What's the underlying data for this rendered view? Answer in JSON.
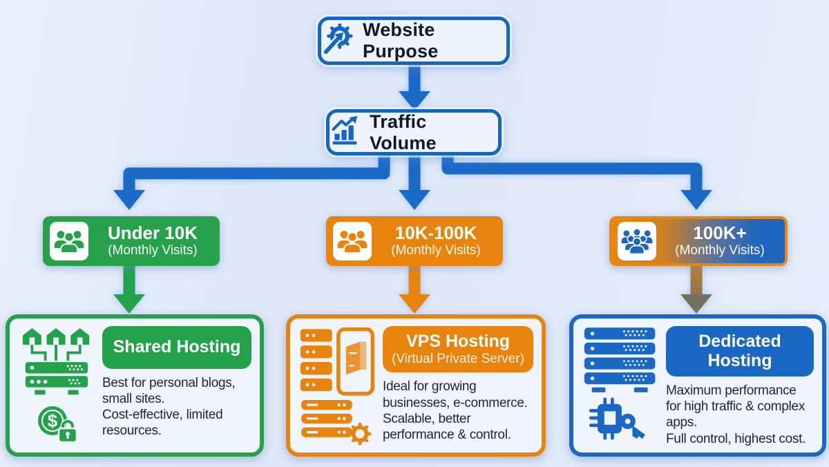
{
  "title": "Web hosting decision flowchart",
  "colors": {
    "background": "#e2eaf8",
    "blue": "#1a67c4",
    "green": "#27a14b",
    "orange": "#e8830d",
    "gradient_badge": [
      "#e8870e",
      "#1e66bd"
    ],
    "text_dark": "#1d2534",
    "node_fill": "#eef3fc",
    "card_fill": "#f0f4fc"
  },
  "nodes": {
    "website_purpose": {
      "label": "Website Purpose",
      "icon": "gear-arrow-icon"
    },
    "traffic_volume": {
      "label": "Traffic Volume",
      "icon": "bar-chart-growth-icon"
    }
  },
  "branches": [
    {
      "title": "Under 10K",
      "subtitle": "(Monthly Visits)",
      "icon": "people-group-icon",
      "color": "#27a14b"
    },
    {
      "title": "10K-100K",
      "subtitle": "(Monthly Visits)",
      "icon": "people-group-icon",
      "color": "#e8830d"
    },
    {
      "title": "100K+",
      "subtitle": "(Monthly Visits)",
      "icon": "people-crowd-icon",
      "color": "orange-to-blue-gradient"
    }
  ],
  "cards": [
    {
      "title": "Shared Hosting",
      "subtitle": "",
      "description": "Best for personal blogs,\nsmall sites.\nCost-effective, limited\nresources.",
      "color": "#23a24b",
      "icons": [
        "houses-network-server-icon",
        "dollar-coin-lock-icon"
      ]
    },
    {
      "title": "VPS Hosting",
      "subtitle": "(Virtual Private Server)",
      "description": "Ideal for growing\nbusinesses, e-commerce.\nScalable, better\nperformance & control.",
      "color": "#e8830d",
      "icons": [
        "server-rack-tower-icon",
        "server-gear-icon"
      ]
    },
    {
      "title": "Dedicated\nHosting",
      "subtitle": "",
      "description": "Maximum performance\nfor high traffic & complex\napps.\nFull control, highest cost.",
      "color": "#1a67c4",
      "icons": [
        "server-stack-icon",
        "chip-key-icon"
      ]
    }
  ]
}
